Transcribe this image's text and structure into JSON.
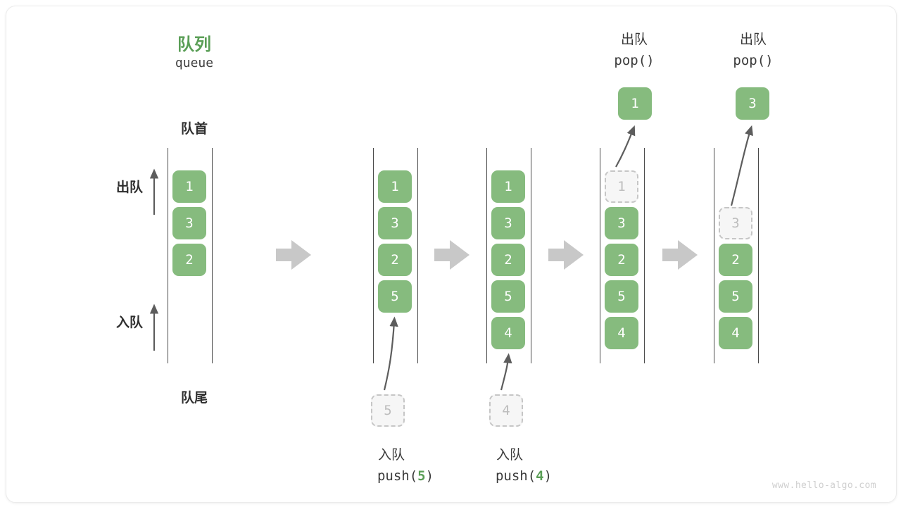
{
  "title": {
    "cn": "队列",
    "en": "queue"
  },
  "labels": {
    "front": "队首",
    "rear": "队尾",
    "dequeue_side": "出队",
    "enqueue_side": "入队"
  },
  "watermark": "www.hello-algo.com",
  "colors": {
    "accent_green": "#5a9e56",
    "cell_green": "#86bb7e",
    "ghost_fill": "#f6f6f6",
    "ghost_border": "#c6c6c6",
    "rail": "#4a4a4a",
    "block_arrow": "#c8c8c8",
    "curve_arrow": "#5d5d5d"
  },
  "steps": [
    {
      "id": "initial",
      "cells": [
        {
          "value": "1",
          "state": "solid"
        },
        {
          "value": "3",
          "state": "solid"
        },
        {
          "value": "2",
          "state": "solid"
        }
      ],
      "incoming": null,
      "outgoing": null,
      "caption_cn": "",
      "caption_code": ""
    },
    {
      "id": "after-push-5",
      "cells": [
        {
          "value": "1",
          "state": "solid"
        },
        {
          "value": "3",
          "state": "solid"
        },
        {
          "value": "2",
          "state": "solid"
        },
        {
          "value": "5",
          "state": "solid"
        }
      ],
      "incoming": {
        "value": "5",
        "state": "ghost"
      },
      "outgoing": null,
      "caption_cn": "入队",
      "caption_code": "push(5)",
      "caption_arg": "5"
    },
    {
      "id": "after-push-4",
      "cells": [
        {
          "value": "1",
          "state": "solid"
        },
        {
          "value": "3",
          "state": "solid"
        },
        {
          "value": "2",
          "state": "solid"
        },
        {
          "value": "5",
          "state": "solid"
        },
        {
          "value": "4",
          "state": "solid"
        }
      ],
      "incoming": {
        "value": "4",
        "state": "ghost"
      },
      "outgoing": null,
      "caption_cn": "入队",
      "caption_code": "push(4)",
      "caption_arg": "4"
    },
    {
      "id": "after-pop-1",
      "cells": [
        {
          "value": "1",
          "state": "ghost"
        },
        {
          "value": "3",
          "state": "solid"
        },
        {
          "value": "2",
          "state": "solid"
        },
        {
          "value": "5",
          "state": "solid"
        },
        {
          "value": "4",
          "state": "solid"
        }
      ],
      "incoming": null,
      "outgoing": {
        "value": "1",
        "state": "solid"
      },
      "header_cn": "出队",
      "header_code": "pop()"
    },
    {
      "id": "after-pop-3",
      "cells": [
        {
          "value": "3",
          "state": "ghost",
          "slot": 1
        },
        {
          "value": "2",
          "state": "solid",
          "slot": 2
        },
        {
          "value": "5",
          "state": "solid",
          "slot": 3
        },
        {
          "value": "4",
          "state": "solid",
          "slot": 4
        }
      ],
      "incoming": null,
      "outgoing": {
        "value": "3",
        "state": "solid"
      },
      "header_cn": "出队",
      "header_code": "pop()"
    }
  ],
  "flow_arrows": [
    "arrow-1",
    "arrow-2",
    "arrow-3",
    "arrow-4"
  ]
}
